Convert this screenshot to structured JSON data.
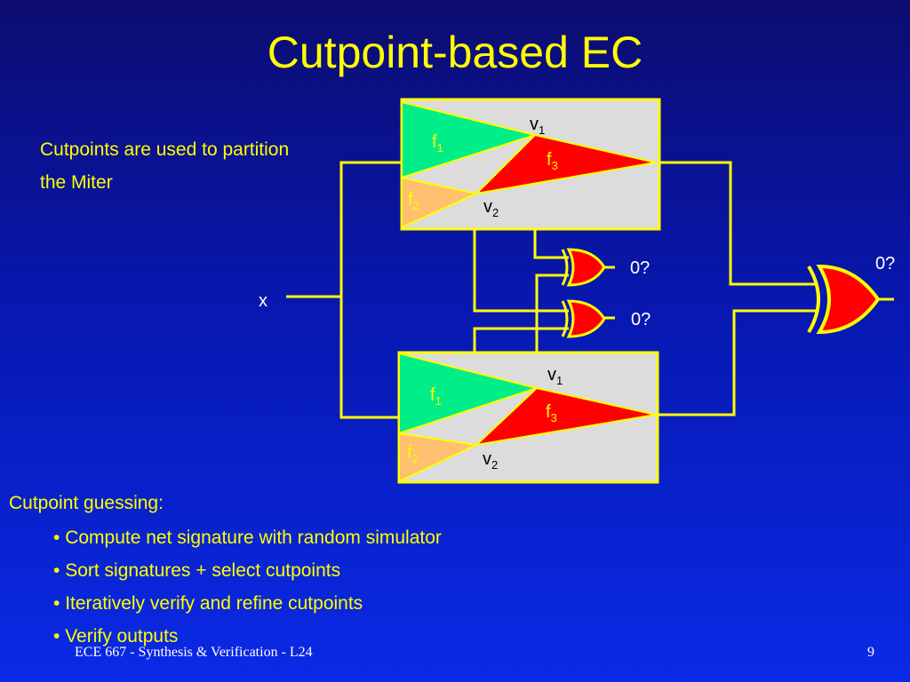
{
  "slide": {
    "title": "Cutpoint-based EC",
    "intro": "Cutpoints are used to partition the Miter",
    "guessing_heading": "Cutpoint guessing:",
    "bullets": [
      "Compute net signature with random simulator",
      "Sort signatures + select cutpoints",
      "Iteratively verify and refine cutpoints",
      "Verify outputs"
    ],
    "footer": "ECE 667 - Synthesis & Verification - L24",
    "page_number": "9"
  },
  "diagram": {
    "input_label": "x",
    "top_block": {
      "f1": {
        "base": "f",
        "sub": "1"
      },
      "f2": {
        "base": "f",
        "sub": "2"
      },
      "f3": {
        "base": "f",
        "sub": "3"
      },
      "v1": {
        "base": "v",
        "sub": "1"
      },
      "v2": {
        "base": "v",
        "sub": "2"
      }
    },
    "bottom_block": {
      "f1": {
        "base": "f",
        "sub": "1"
      },
      "f2": {
        "base": "f",
        "sub": "2"
      },
      "f3": {
        "base": "f",
        "sub": "3"
      },
      "v1": {
        "base": "v",
        "sub": "1"
      },
      "v2": {
        "base": "v",
        "sub": "2"
      }
    },
    "xor_outputs": {
      "upper": "0?",
      "lower": "0?",
      "final": "0?"
    },
    "colors": {
      "wire": "#ffff00",
      "block_fill": "#dcdcdc",
      "f1": "#00ee88",
      "f2": "#ffc070",
      "f3": "#ff0000",
      "gate": "#ff0000"
    }
  }
}
